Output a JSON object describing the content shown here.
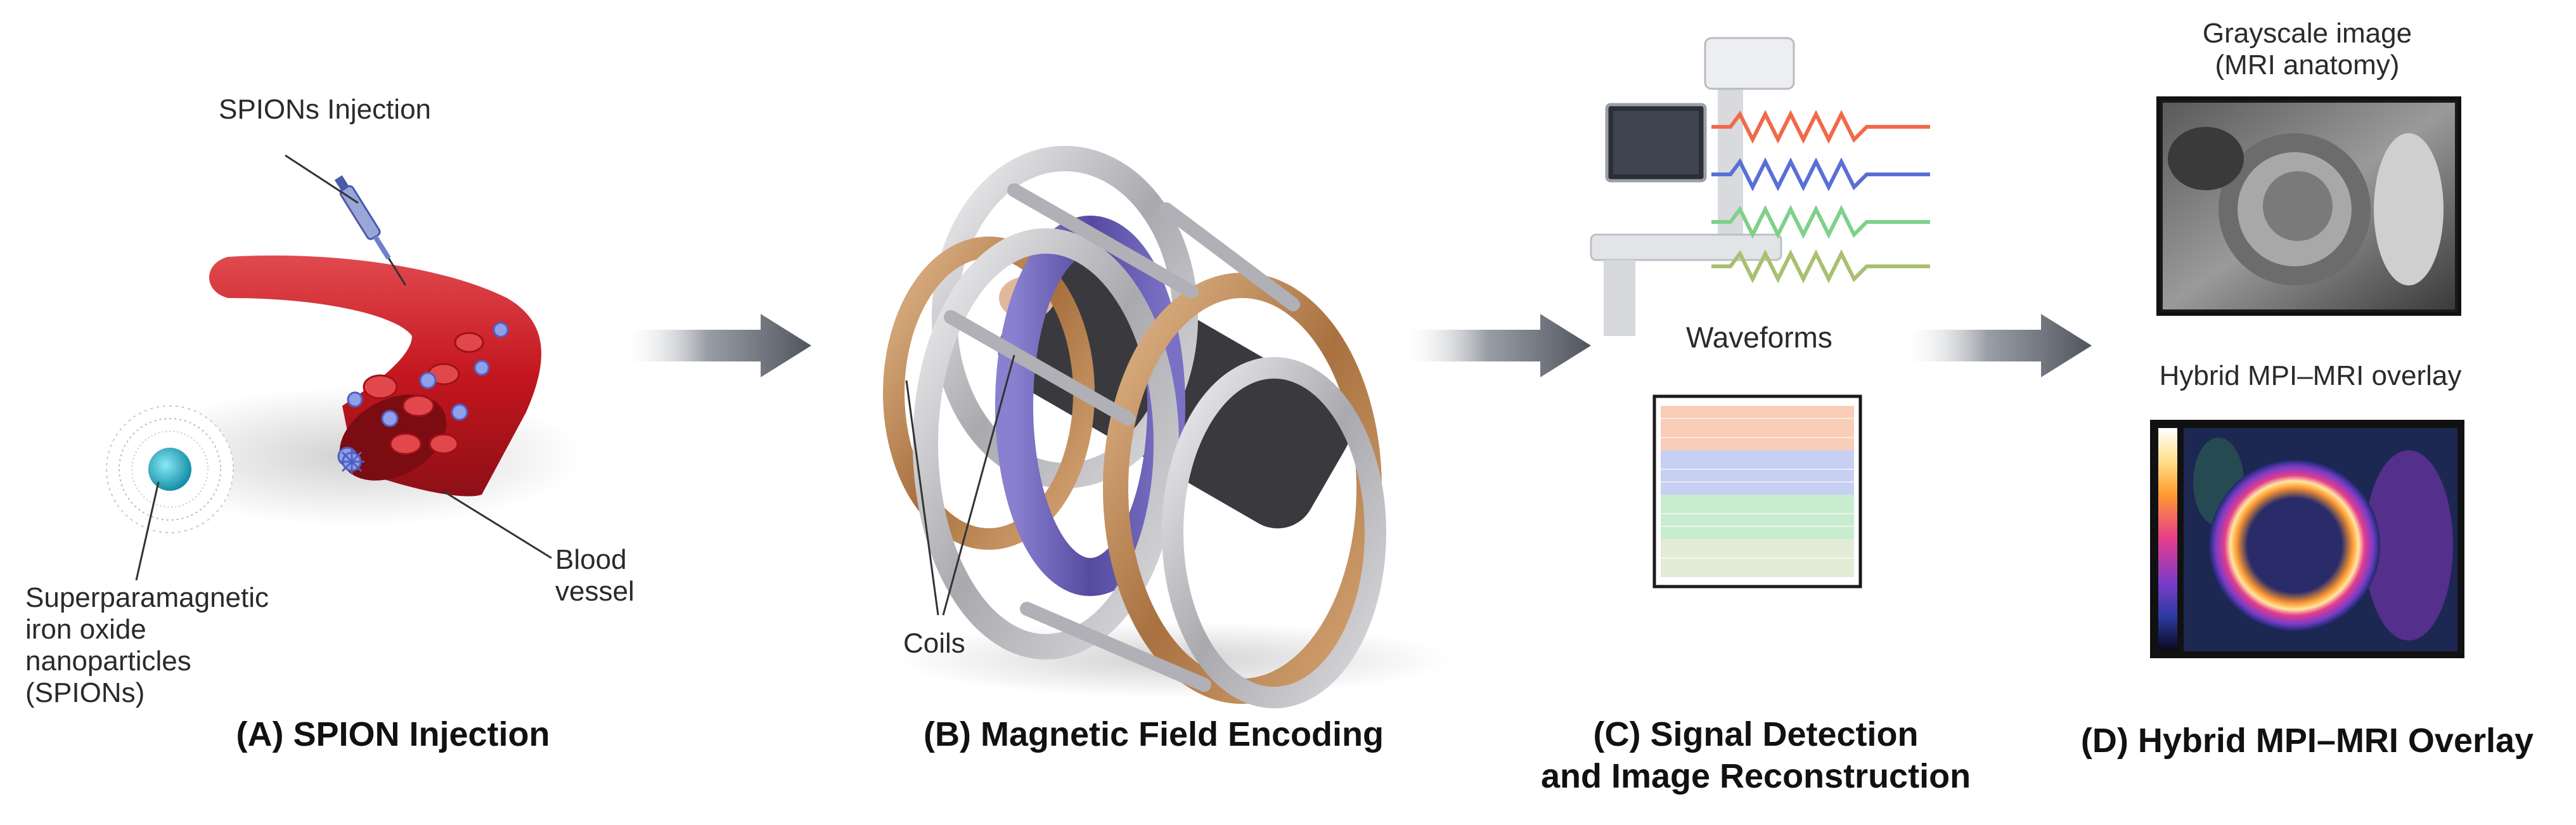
{
  "panels": {
    "a": {
      "title": "(A) SPION Injection",
      "injection_label": "SPIONs Injection",
      "particle_label": "Superparamagnetic\niron oxide\nnanoparticles\n(SPIONs)",
      "vessel_label": "Blood\nvessel"
    },
    "b": {
      "title": "(B) Magnetic Field Encoding",
      "coils_label": "Coils"
    },
    "c": {
      "title": "(C) Signal Detection\nand Image Reconstruction",
      "waveforms_label": "Waveforms"
    },
    "d": {
      "title": "(D) Hybrid MPI–MRI Overlay",
      "grayscale_label": "Grayscale image\n(MRI anatomy)",
      "overlay_label": "Hybrid MPI–MRI overlay"
    }
  },
  "colors": {
    "vessel": "#c8202a",
    "spion": "#2bb3c9",
    "arrow": "#6a6e78",
    "coil_copper": "#b8865a",
    "coil_silver": "#c9c9cc",
    "coil_purple": "#6a5fb5",
    "wave_red": "#f06a4a",
    "wave_blue": "#5a6fd6",
    "wave_green": "#7fd08a",
    "wave_olive": "#a8c070"
  }
}
